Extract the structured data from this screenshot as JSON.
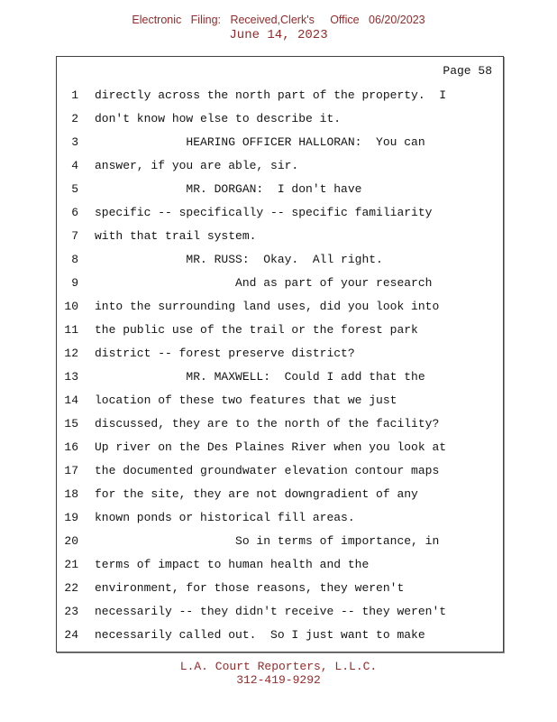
{
  "header": {
    "efiling": "Electronic   Filing:   Received,Clerk's     Office   06/20/2023",
    "date": "June 14, 2023"
  },
  "transcript": {
    "page_label": "Page 58",
    "lines": [
      {
        "num": "1",
        "text": "directly across the north part of the property.  I"
      },
      {
        "num": "2",
        "text": "don't know how else to describe it."
      },
      {
        "num": "3",
        "text": "             HEARING OFFICER HALLORAN:  You can"
      },
      {
        "num": "4",
        "text": "answer, if you are able, sir."
      },
      {
        "num": "5",
        "text": "             MR. DORGAN:  I don't have"
      },
      {
        "num": "6",
        "text": "specific -- specifically -- specific familiarity"
      },
      {
        "num": "7",
        "text": "with that trail system."
      },
      {
        "num": "8",
        "text": "             MR. RUSS:  Okay.  All right."
      },
      {
        "num": "9",
        "text": "                    And as part of your research"
      },
      {
        "num": "10",
        "text": "into the surrounding land uses, did you look into"
      },
      {
        "num": "11",
        "text": "the public use of the trail or the forest park"
      },
      {
        "num": "12",
        "text": "district -- forest preserve district?"
      },
      {
        "num": "13",
        "text": "             MR. MAXWELL:  Could I add that the"
      },
      {
        "num": "14",
        "text": "location of these two features that we just"
      },
      {
        "num": "15",
        "text": "discussed, they are to the north of the facility?"
      },
      {
        "num": "16",
        "text": "Up river on the Des Plaines River when you look at"
      },
      {
        "num": "17",
        "text": "the documented groundwater elevation contour maps"
      },
      {
        "num": "18",
        "text": "for the site, they are not downgradient of any"
      },
      {
        "num": "19",
        "text": "known ponds or historical fill areas."
      },
      {
        "num": "20",
        "text": "                    So in terms of importance, in"
      },
      {
        "num": "21",
        "text": "terms of impact to human health and the"
      },
      {
        "num": "22",
        "text": "environment, for those reasons, they weren't"
      },
      {
        "num": "23",
        "text": "necessarily -- they didn't receive -- they weren't"
      },
      {
        "num": "24",
        "text": "necessarily called out.  So I just want to make"
      }
    ]
  },
  "footer": {
    "company": "L.A. Court Reporters, L.L.C.",
    "phone": "312-419-9292"
  },
  "colors": {
    "stamp": "#962a2a",
    "text": "#141414",
    "border": "#3f3f3f"
  }
}
